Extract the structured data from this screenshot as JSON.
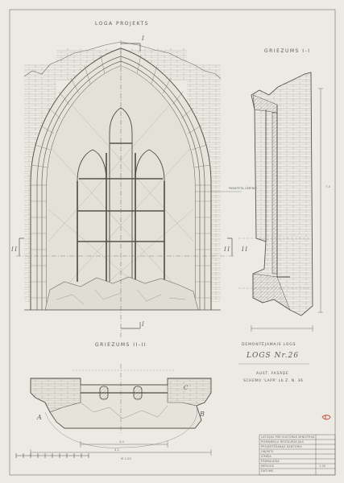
{
  "titles": {
    "main": "LOGA PROJEKTS",
    "section_1": "GRIEZUMS I-I",
    "section_2": "GRIEZUMS II-II"
  },
  "markers": {
    "cut_top": "I",
    "cut_bottom": "I",
    "cut_left": "II",
    "cut_right": "II",
    "section_1_left": "II",
    "plan_a": "A",
    "plan_b": "B",
    "plan_c": "C"
  },
  "dimensions": {
    "plan_width": "3,0",
    "plan_overall": "4,2",
    "section_height": "7,4"
  },
  "notes": {
    "window_level": "PARAPETA LĪMENIS"
  },
  "caption": {
    "line1": "DEMONTĒJAMAIS LOGS",
    "line2": "LOGS Nr.26",
    "line3": "AUST. FASĀDE",
    "line4": "SCHEMU 'LAPĀ' Lb Z. N. 36"
  },
  "scale_bar": {
    "label": "M 1:20"
  },
  "title_block": {
    "rows": [
      "LATVIJAS PSR KULTŪRAS MINISTRIJA",
      "PIEMINEKĻU RESTAURĀCIJAS",
      "PROJEKTĒŠANAS KANTORIS",
      "OBJEKTS",
      "ZĪMĒJA",
      "PĀRBAUDĪJA",
      "MĒROGS",
      "DATUMS"
    ],
    "values": [
      "",
      "",
      "",
      "",
      "",
      "",
      "1:20",
      ""
    ]
  },
  "sheet_number": "",
  "stamp": "",
  "colors": {
    "paper": "#ecebe3",
    "ink": "#4a4a48",
    "stamp": "#c4453a"
  }
}
